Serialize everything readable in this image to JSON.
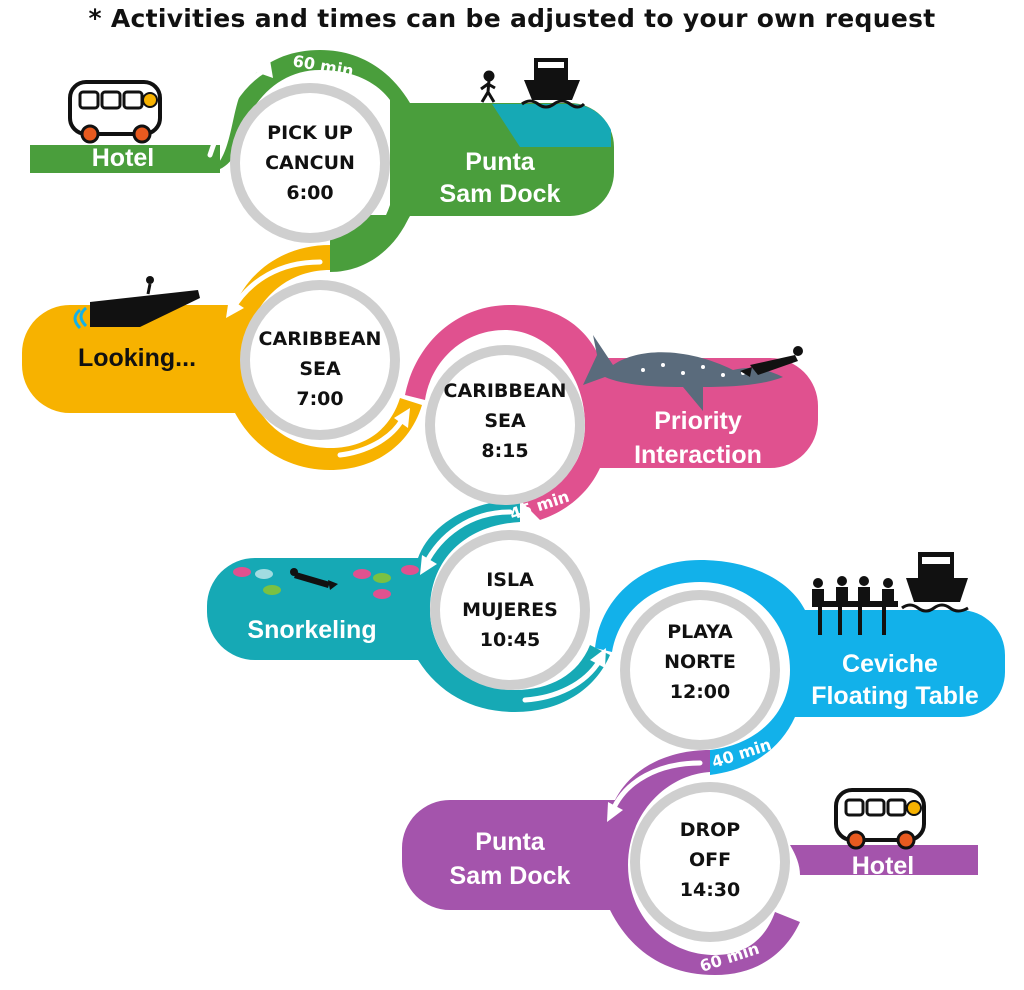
{
  "note": "* Activities and times can be adjusted to your own request",
  "colors": {
    "green": "#4a9e3c",
    "yellow": "#f7b200",
    "pink": "#e0518f",
    "teal": "#16a9b5",
    "blue": "#12b1ea",
    "purple": "#a454ac",
    "ring": "#cfcfcf"
  },
  "stops": [
    {
      "line1": "PICK UP",
      "line2": "CANCUN",
      "time": "6:00"
    },
    {
      "line1": "CARIBBEAN",
      "line2": "SEA",
      "time": "7:00"
    },
    {
      "line1": "CARIBBEAN",
      "line2": "SEA",
      "time": "8:15"
    },
    {
      "line1": "ISLA",
      "line2": "MUJERES",
      "time": "10:45"
    },
    {
      "line1": "PLAYA",
      "line2": "NORTE",
      "time": "12:00"
    },
    {
      "line1": "DROP",
      "line2": "OFF",
      "time": "14:30"
    }
  ],
  "labels": {
    "hotel_start": "Hotel",
    "punta_sam_1": "Punta",
    "punta_sam_1b": "Sam Dock",
    "looking": "Looking...",
    "priority_1": "Priority",
    "priority_2": "Interaction",
    "snorkeling": "Snorkeling",
    "ceviche_1": "Ceviche",
    "ceviche_2": "Floating Table",
    "punta_sam_2": "Punta",
    "punta_sam_2b": "Sam Dock",
    "hotel_end": "Hotel"
  },
  "durations": {
    "d1": "60 min",
    "d2": "45 min",
    "d3": "40 min",
    "d4": "60 min"
  },
  "icons": [
    "bus-icon",
    "walking-person-icon",
    "ferry-boat-icon",
    "speedboat-icon",
    "whale-shark-icon",
    "diver-icon",
    "fish-icon",
    "snorkeler-icon",
    "dining-table-icon"
  ]
}
